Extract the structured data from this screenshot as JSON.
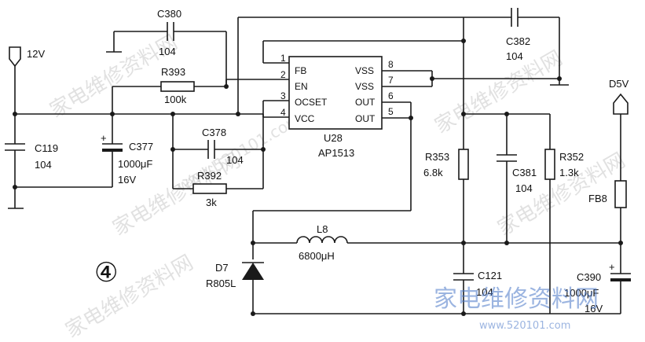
{
  "watermark": {
    "text": "家电维修资料网",
    "url": "www.520101.com"
  },
  "circle_marker": "④",
  "ports": {
    "in_label": "12V",
    "out_label": "D5V"
  },
  "ic": {
    "ref": "U28",
    "part": "AP1513",
    "pins_left": [
      {
        "num": "1",
        "name": "FB"
      },
      {
        "num": "2",
        "name": "EN"
      },
      {
        "num": "3",
        "name": "OCSET"
      },
      {
        "num": "4",
        "name": "VCC"
      }
    ],
    "pins_right": [
      {
        "num": "8",
        "name": "VSS"
      },
      {
        "num": "7",
        "name": "VSS"
      },
      {
        "num": "6",
        "name": "OUT"
      },
      {
        "num": "5",
        "name": "OUT"
      }
    ]
  },
  "components": {
    "C380": {
      "ref": "C380",
      "value": "104"
    },
    "C382": {
      "ref": "C382",
      "value": "104"
    },
    "R393": {
      "ref": "R393",
      "value": "100k"
    },
    "C119": {
      "ref": "C119",
      "value": "104"
    },
    "C377": {
      "ref": "C377",
      "value": "1000μF",
      "voltage": "16V"
    },
    "C378": {
      "ref": "C378",
      "value": "104"
    },
    "R392": {
      "ref": "R392",
      "value": "3k"
    },
    "R353": {
      "ref": "R353",
      "value": "6.8k"
    },
    "C381": {
      "ref": "C381",
      "value": "104"
    },
    "R352": {
      "ref": "R352",
      "value": "1.3k"
    },
    "FB8": {
      "ref": "FB8"
    },
    "L8": {
      "ref": "L8",
      "value": "6800μH"
    },
    "D7": {
      "ref": "D7",
      "value": "R805L"
    },
    "C121": {
      "ref": "C121",
      "value": "104"
    },
    "C390": {
      "ref": "C390",
      "value": "1000μF",
      "voltage": "16V"
    }
  },
  "colors": {
    "ink": "#1a1a1a",
    "watermark": "#c9c9c9",
    "watermark_logo": "#4a78c8"
  }
}
